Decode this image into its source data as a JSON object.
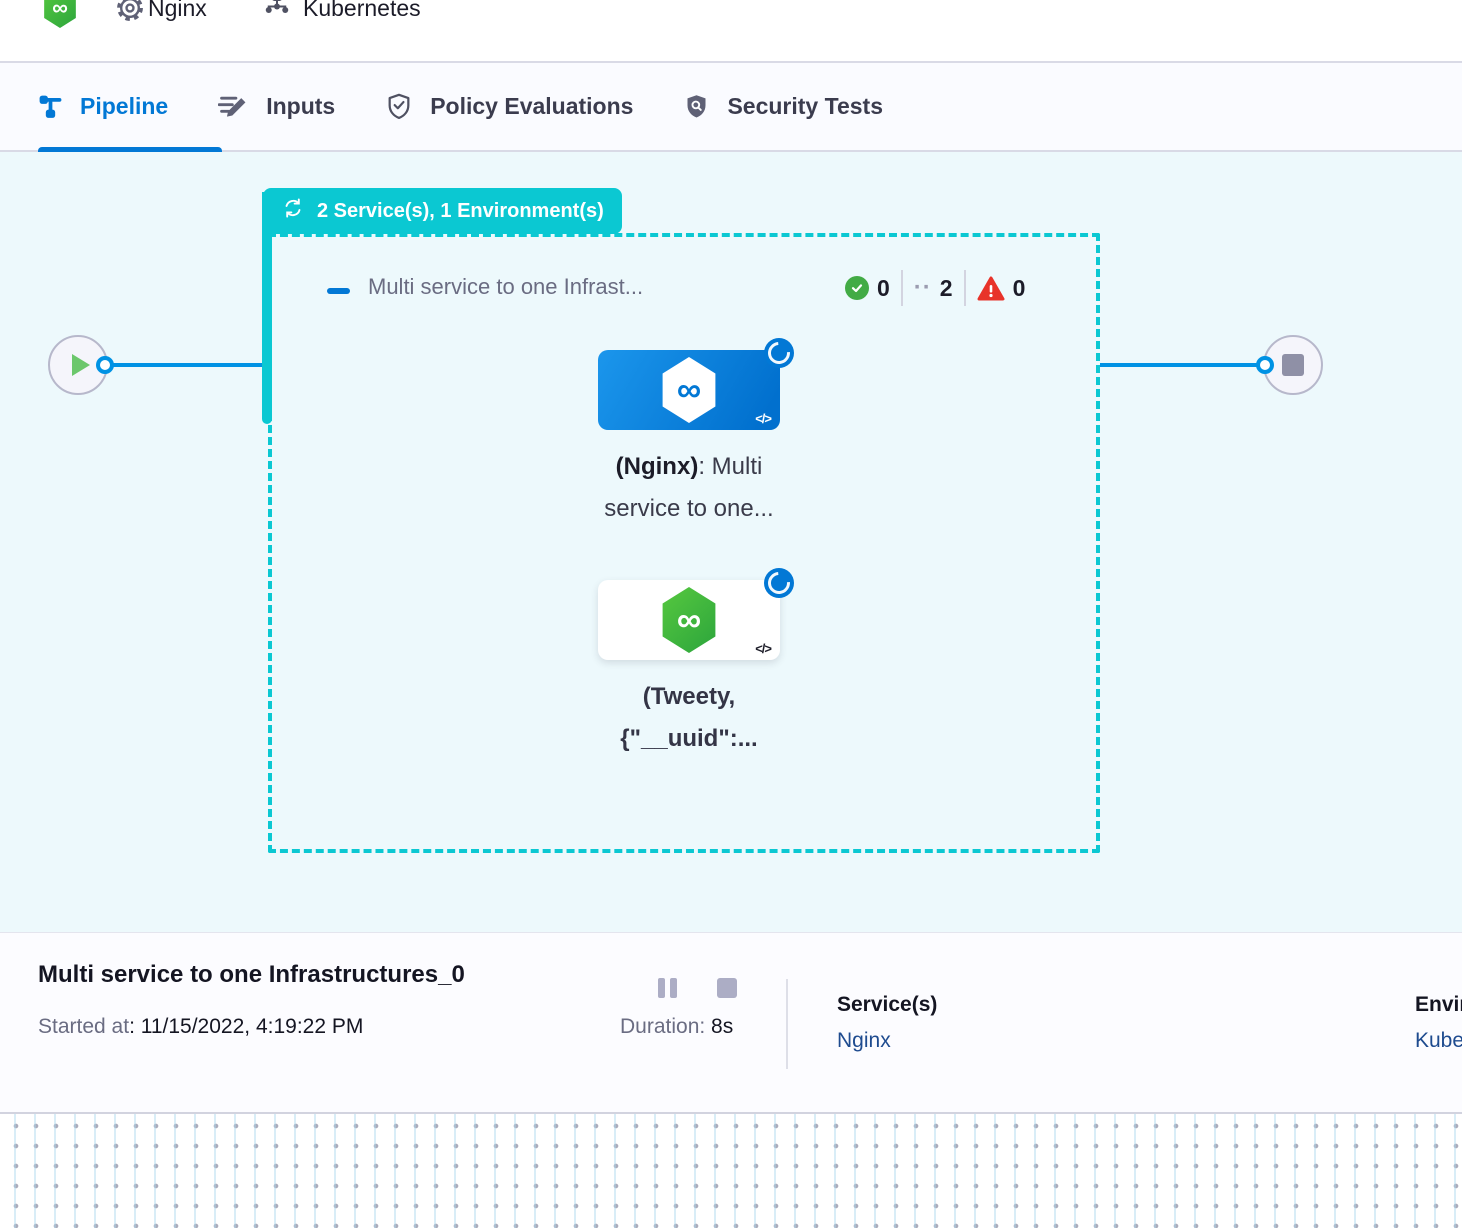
{
  "header": {
    "service_name": "Nginx",
    "environment_name": "Kubernetes"
  },
  "tabs": [
    {
      "label": "Pipeline",
      "active": true
    },
    {
      "label": "Inputs",
      "active": false
    },
    {
      "label": "Policy Evaluations",
      "active": false
    },
    {
      "label": "Security Tests",
      "active": false
    }
  ],
  "stage": {
    "badge": "2 Service(s), 1 Environment(s)",
    "title": "Multi service to one Infrast...",
    "success_count": "0",
    "pending_count": "2",
    "failed_count": "0"
  },
  "nodes": {
    "nginx": {
      "label_bold": "(Nginx)",
      "label_rest": ": Multi",
      "label_line2": "service to one...",
      "code_glyph": "</>"
    },
    "tweety": {
      "label_line1": "(Tweety,",
      "label_line2": "{\"__uuid\":...",
      "code_glyph": "</>"
    }
  },
  "icons": {
    "infinity": "∞",
    "dots": "··"
  },
  "footer": {
    "title": "Multi service to one Infrastructures_0",
    "started_label": "Started at",
    "started_value": ": 11/15/2022, 4:19:22 PM",
    "duration_label": "Duration: ",
    "duration_value": "8s",
    "services_label": "Service(s)",
    "services_value": "Nginx",
    "environments_label": "Environment(s)",
    "environments_value": "Kubernetes"
  },
  "colors": {
    "accent_blue": "#0278D5",
    "edge_blue": "#0092E4",
    "stage_teal": "#0BC8D2",
    "success_green": "#42AB45",
    "error_red": "#E8332A",
    "link_navy": "#1E4B8F",
    "canvas_bg": "#EDF9FC"
  }
}
